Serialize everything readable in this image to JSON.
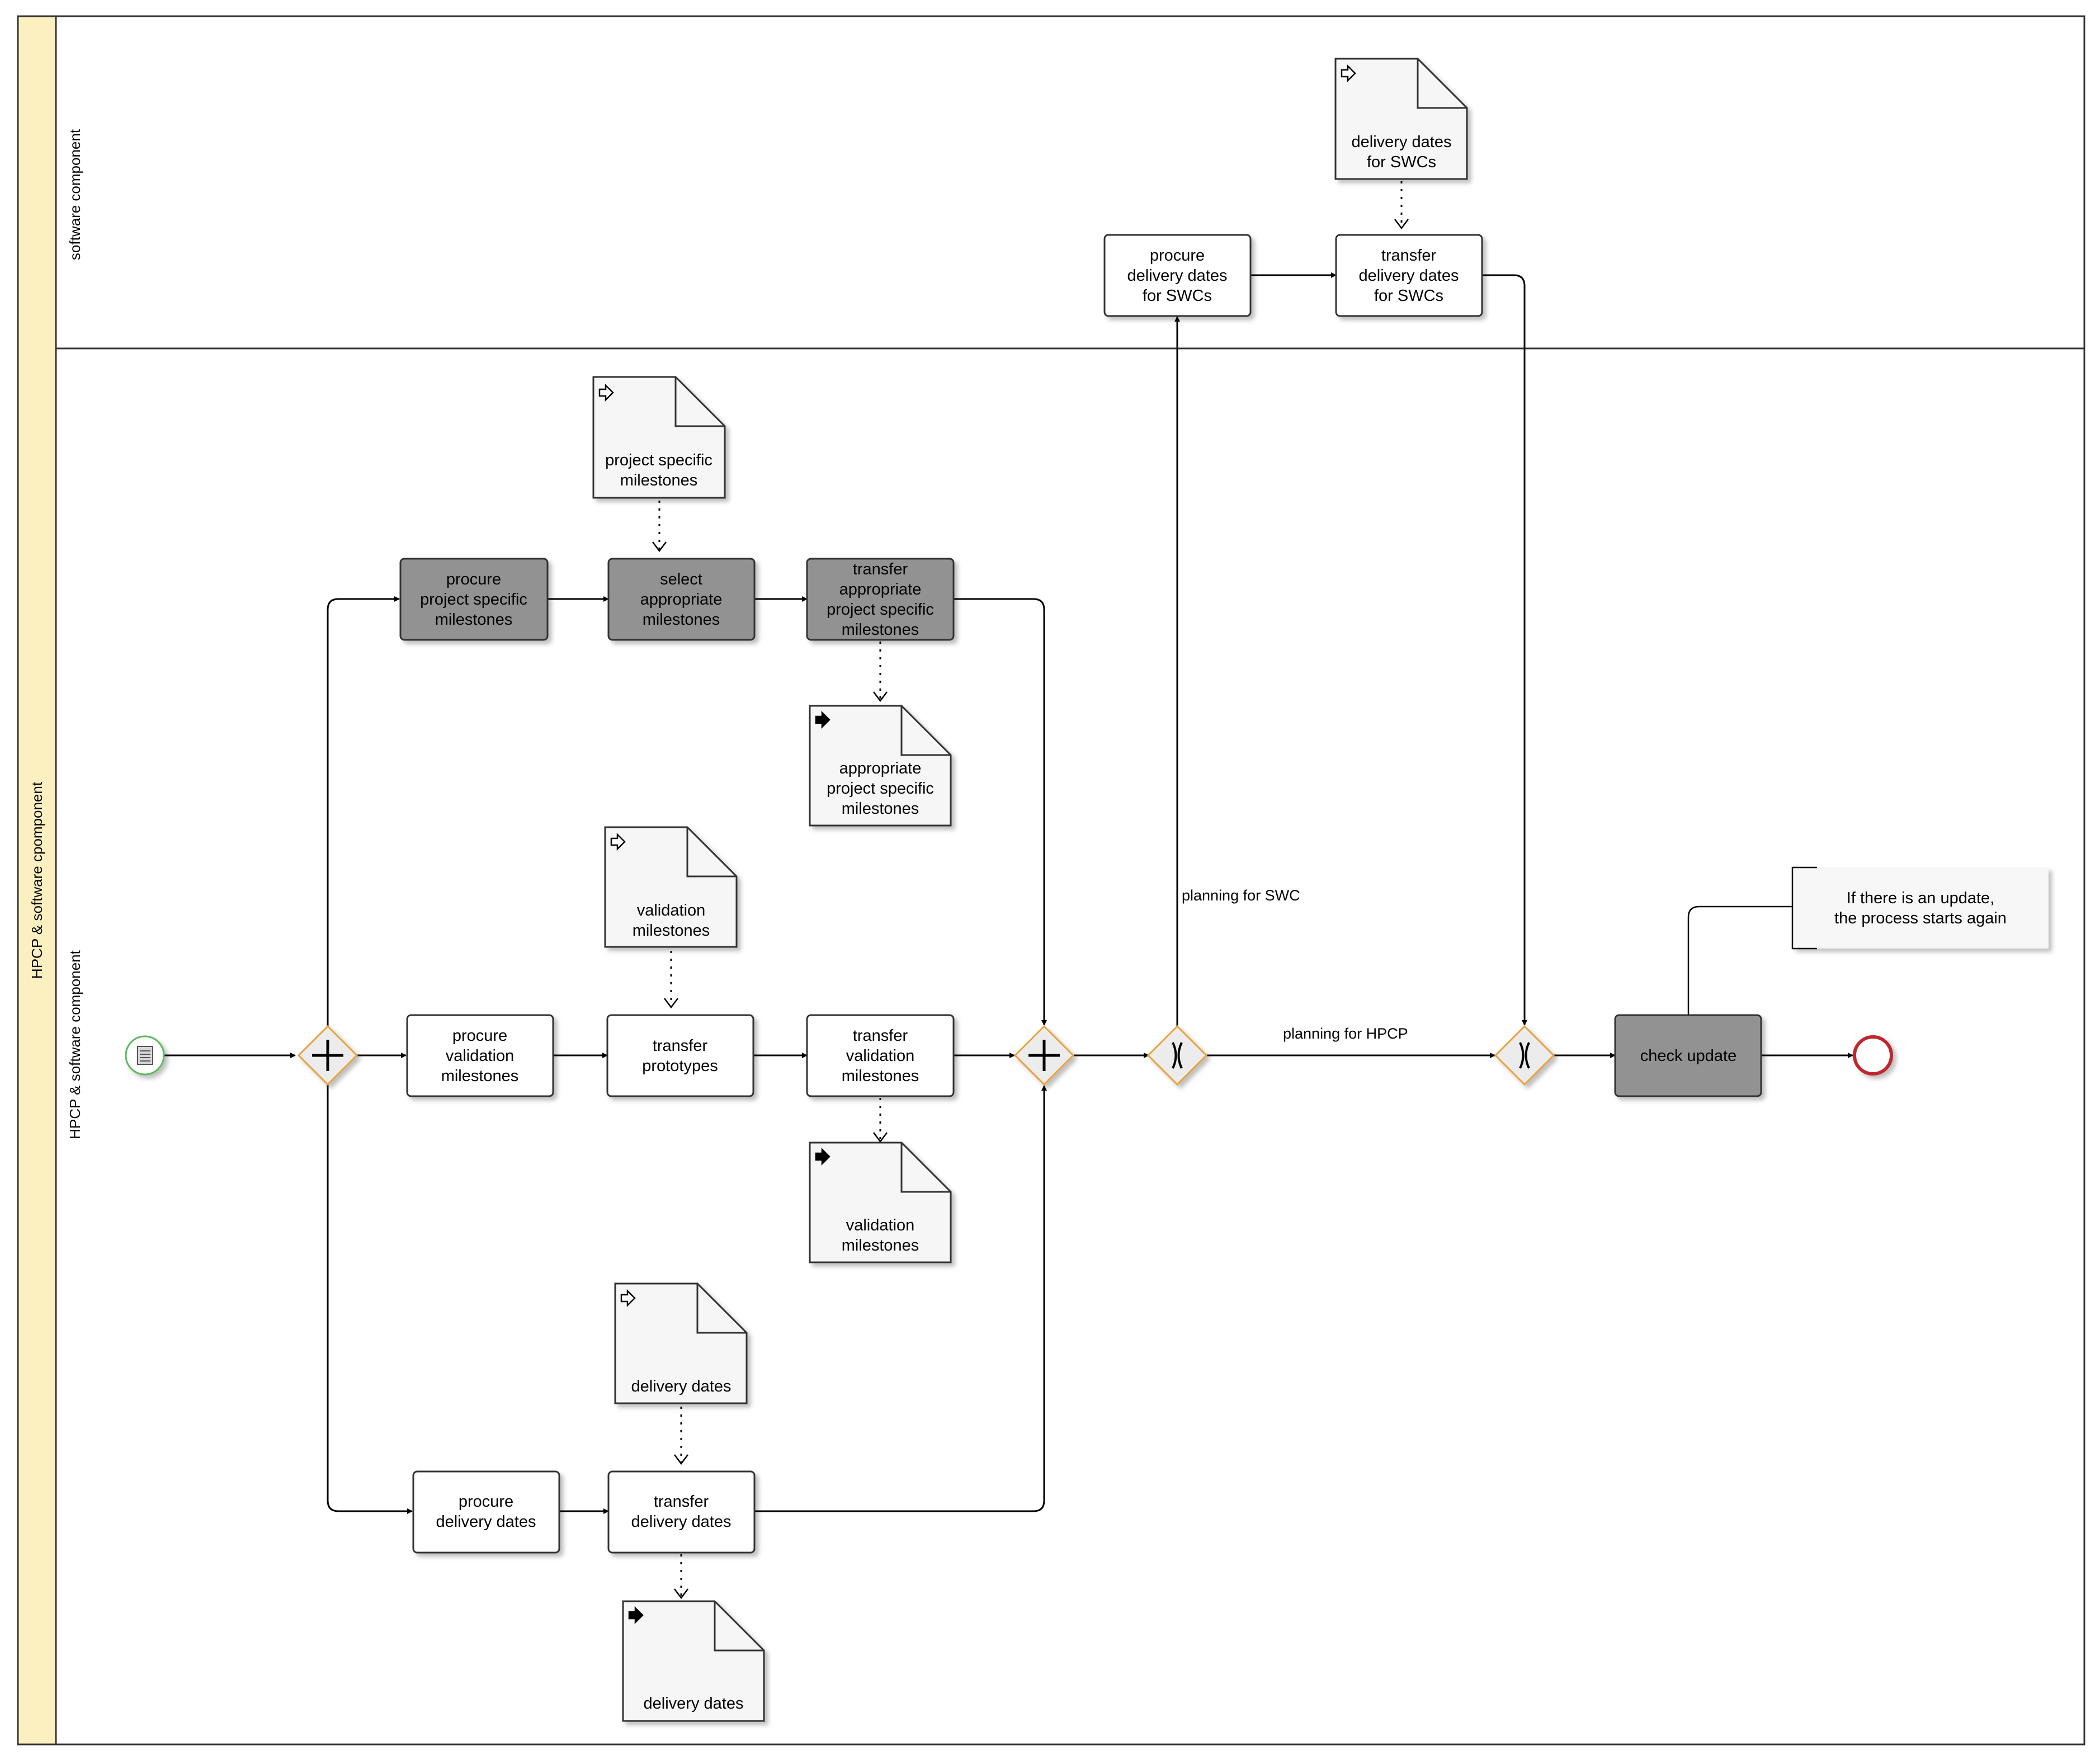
{
  "pool": {
    "label": "HPCP & software cpomponent"
  },
  "lanes": {
    "top": "software component",
    "bottom": "HPCP & software component"
  },
  "tasks": {
    "procure_project_specific": "procure\nproject specific\nmilestones",
    "select_appropriate": "select\nappropriate\nmilestones",
    "transfer_appropriate": "transfer\nappropriate\nproject specific\nmilestones",
    "procure_validation": "procure\nvalidation\nmilestones",
    "transfer_prototypes": "transfer\nprototypes",
    "transfer_validation": "transfer\nvalidation\nmilestones",
    "procure_delivery": "procure\ndelivery dates",
    "transfer_delivery": "transfer\ndelivery dates",
    "procure_swc": "procure\ndelivery dates\nfor SWCs",
    "transfer_swc": "transfer\ndelivery dates\nfor SWCs",
    "check_update": "check update"
  },
  "data_objects": {
    "in_project_specific": "project specific\nmilestones",
    "out_appropriate": "appropriate\nproject specific\nmilestones",
    "in_validation": "validation\nmilestones",
    "out_validation": "validation\nmilestones",
    "in_delivery": "delivery dates",
    "out_delivery": "delivery dates",
    "in_swc": "delivery dates\nfor SWCs"
  },
  "flow_labels": {
    "planning_swc": "planning for SWC",
    "planning_hpcp": "planning for HPCP"
  },
  "annotation": "If there is an update,\nthe process starts again",
  "colors": {
    "pool_header": "#fdf0c0",
    "task_dark": "#929292",
    "task_light": "#ffffff",
    "gateway_fill": "#ececec",
    "gateway_border": "#e8a33d",
    "start_border": "#5cb85c",
    "end_border": "#c0282d",
    "doc_fill": "#f6f6f6"
  }
}
